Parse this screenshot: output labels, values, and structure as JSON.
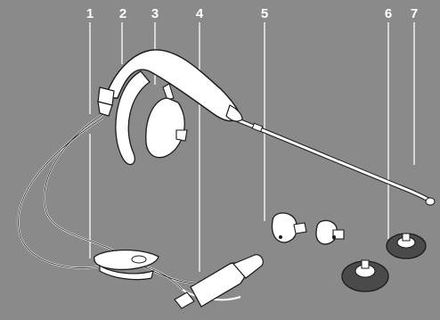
{
  "callouts": {
    "c1": "1",
    "c2": "2",
    "c3": "3",
    "c4": "4",
    "c5": "5",
    "c6": "6",
    "c7": "7"
  },
  "colors": {
    "background": "#8a8a8a",
    "part_fill": "#ffffff",
    "outline": "#1a1a1a",
    "dark_part": "#4a4a4a",
    "leader_line": "#ffffff"
  }
}
